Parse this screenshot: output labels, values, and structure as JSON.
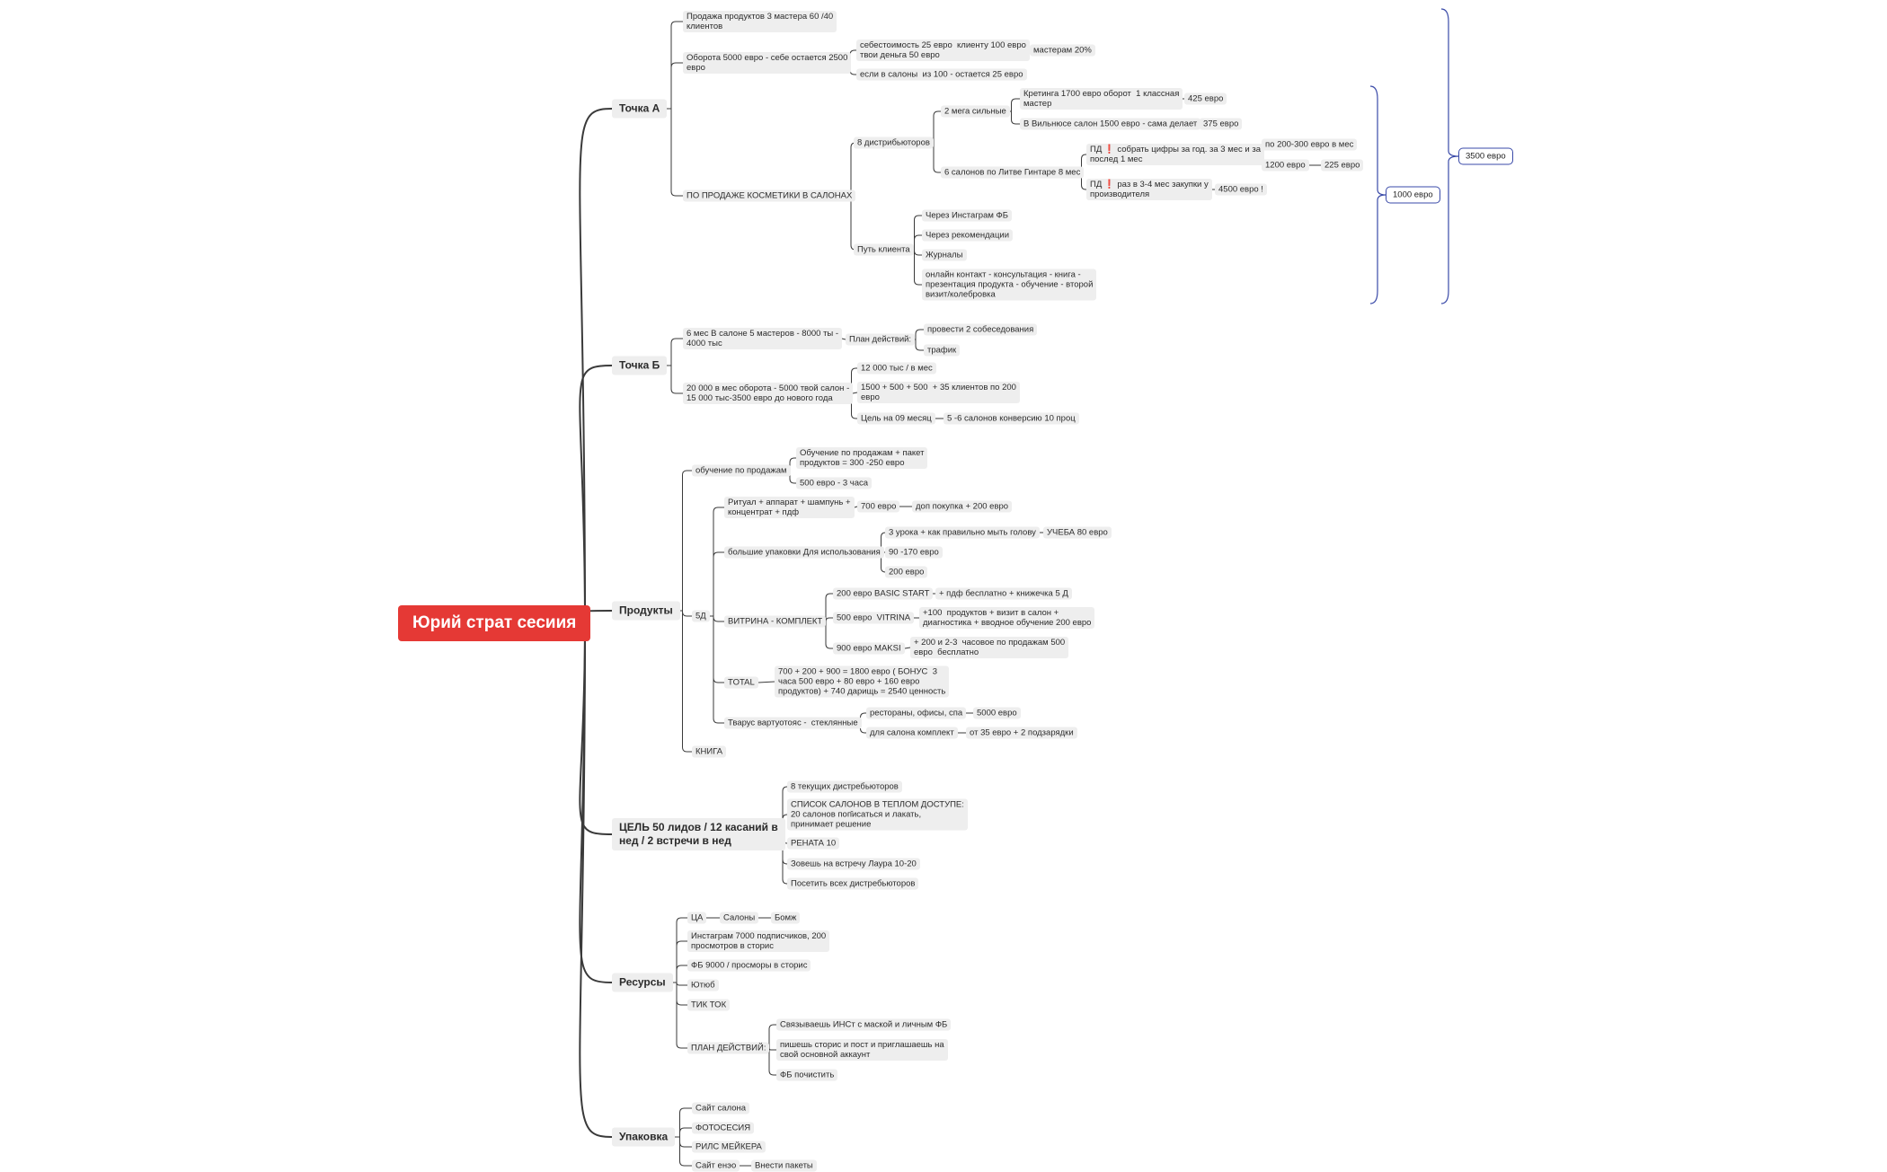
{
  "mindmap": {
    "root": "Юрий страт сесиия",
    "nodes": {
      "a": "Точка А",
      "a1": "Продажа продуктов 3 мастера 60 /40\nклиентов",
      "a2": "Оборота 5000 евро - себе остается 2500\nевро",
      "a2a": "себестоимость 25 евро  клиенту 100 евро\nтвои деньга 50 евро",
      "a2a1": "мастерам 20%",
      "a2b": "если в салоны  из 100 - остается 25 евро",
      "a3": "ПО ПРОДАЖЕ КОСМЕТИКИ В САЛОНАХ",
      "a3a": "8 дистрибьюторов",
      "a3a1": "2 мега сильные",
      "a3a1a": "Кретинга 1700 евро оборот  1 классная\nмастер",
      "a3a1a1": "425 евро",
      "a3a1b": "В Вильнюсе салон 1500 евро - сама делает",
      "a3a1b1": "375 евро",
      "a3a2": "6 салонов по Литве Гинтаре 8 мес",
      "a3a2a": "ПД ❗ собрать цифры за год. за 3 мес и за\nпослед 1 мес",
      "a3a2a1": "по 200-300 евро в мес",
      "a3a2a2": "1200 евро",
      "a3a2a2a": "225 евро",
      "a3a2b": "ПД ❗ раз в 3-4 мес закупки у\nпроизводителя",
      "a3a2b1": "4500 евро !",
      "a3b": "Путь клиента",
      "a3b1": "Через Инстаграм ФБ",
      "a3b2": "Через рекомендации",
      "a3b3": "Журналы",
      "a3b4": "онлайн контакт - консультация - книга -\nпрезентация продукта - обучение - второй\nвизит/колебровка",
      "sum1": "1000 евро",
      "sum2": "3500 евро",
      "b": "Точка Б",
      "b1": "6 мес В салоне 5 мастеров - 8000 ты -\n4000 тыс",
      "b1a": "План действий:",
      "b1a1": "провести 2 собеседования",
      "b1a2": "трафик",
      "b2": "20 000 в мес оборота - 5000 твой салон -\n15 000 тыс-3500 евро до нового года",
      "b2a": "12 000 тыс / в мес",
      "b2b": "1500 + 500 + 500  + 35 клиентов по 200\nевро",
      "b2c": "Цель на 09 месяц",
      "b2c1": "5 -6 салонов конверсию 10 проц",
      "c": "Продукты",
      "c1": "обучение по продажам",
      "c1a": "Обучение по продажам + пакет\nпродуктов = 300 -250 евро",
      "c1b": "500 евро - 3 часа",
      "c2": "5Д",
      "c2a": "Ритуал + аппарат + шампунь +\nконцентрат + пдф",
      "c2a1": "700 евро",
      "c2a1a": "доп покупка + 200 евро",
      "c2b": "большие упаковки Для использования",
      "c2b1": "3 урока + как правильно мыть голову",
      "c2b1a": "УЧЕБА 80 евро",
      "c2b2": "90 -170 евро",
      "c2b3": "200 евро",
      "c2c": "ВИТРИНА - КОМПЛЕКТ",
      "c2c1": "200 евро BASIC START",
      "c2c1a": "+ пдф бесплатно + книжечка 5 Д",
      "c2c2": "500 евро  VITRINA",
      "c2c2a": "+100  продуктов + визит в салон +\nдиагностика + вводное обучение 200 евро",
      "c2c3": "900 евро MAKSI",
      "c2c3a": "+ 200 и 2-3  часовое по продажам 500\nевро  бесплатно",
      "c2d": "TOTAL",
      "c2d1": "700 + 200 + 900 = 1800 евро ( БОНУС  3\nчаса 500 евро + 80 евро + 160 евро\nпродуктов) + 740 дарищь = 2540 ценность",
      "c2e": "Тварус вартуотояс -  стеклянные",
      "c2e1": "рестораны, офисы, спа",
      "c2e1a": "5000 евро",
      "c2e2": "для салона комплект",
      "c2e2a": "от 35 евро + 2 подзарядки",
      "c3": "КНИГА",
      "d": "ЦЕЛЬ 50 лидов / 12 касаний в\nнед / 2 встречи в нед",
      "d1": "8 текущих дистребьюторов",
      "d2": "СПИСОК САЛОНОВ В ТЕПЛОМ ДОСТУПЕ:\n20 салонов поп̆исаться и лакать,\nпринимает решение",
      "d3": "РЕНАТА 10",
      "d4": "Зовешь на встречу Лаура 10-20",
      "d5": "Посетить всех дистребьюторов",
      "e": "Ресурсы",
      "e1": "ЦА",
      "e1a": "Салоны",
      "e1a1": "Бомж",
      "e2": "Инстаграм 7000 подписчиков, 200\nпросмотров в сторис",
      "e3": "ФБ 9000 / просморы в сторис",
      "e4": "Ютюб",
      "e5": "ТИК ТОК",
      "e6": "ПЛАН ДЕЙСТВИЙ:",
      "e6a": "Связываешь ИНСт с маской и личным ФБ",
      "e6b": "пишешь сторис и пост и приглашаешь на\nсвой основной аккаунт",
      "e6c": "ФБ почистить",
      "f": "Упаковка",
      "f1": "Сайт салона",
      "f2": "ФОТОСЕСИЯ",
      "f3": "РИЛС МЕЙКЕРА",
      "f4": "Сайт енэо",
      "f4a": "Внести пакеты"
    }
  },
  "colors": {
    "root_bg": "#e53935",
    "node_bg": "#eeeeee",
    "edge": "#3a3a3a",
    "summary": "#3a4aa8"
  }
}
